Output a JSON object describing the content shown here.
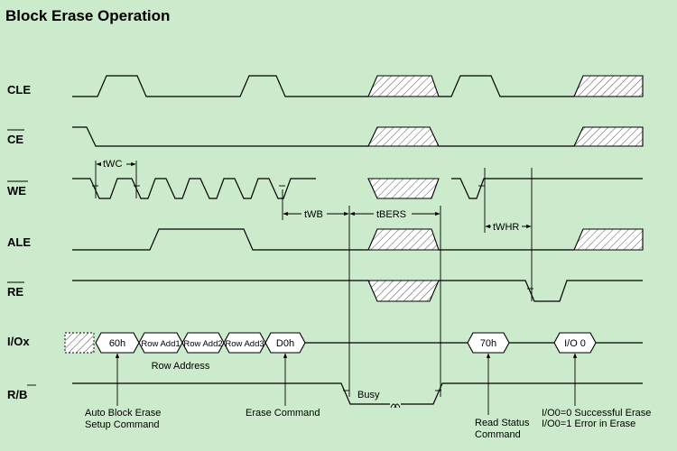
{
  "title": "Block Erase Operation",
  "signals": {
    "cle": "CLE",
    "ce": "CE",
    "we": "WE",
    "ale": "ALE",
    "re": "RE",
    "io": "I/Ox",
    "rb": "R/B"
  },
  "timing": {
    "twc": "tWC",
    "twb": "tWB",
    "tbers": "tBERS",
    "twhr": "tWHR"
  },
  "bus": {
    "cmd_60": "60h",
    "row1": "Row Add1",
    "row2": "Row Add2",
    "row3": "Row Add3",
    "cmd_d0": "D0h",
    "cmd_70": "70h",
    "io0": "I/O 0"
  },
  "annotations": {
    "row_address": "Row Address",
    "busy": "Busy",
    "auto_block_erase_1": "Auto Block Erase",
    "auto_block_erase_2": "Setup Command",
    "erase_command": "Erase Command",
    "read_status_1": "Read Status",
    "read_status_2": "Command",
    "io_success": "I/O0=0 Successful Erase",
    "io_error": "I/O0=1 Error in Erase"
  }
}
